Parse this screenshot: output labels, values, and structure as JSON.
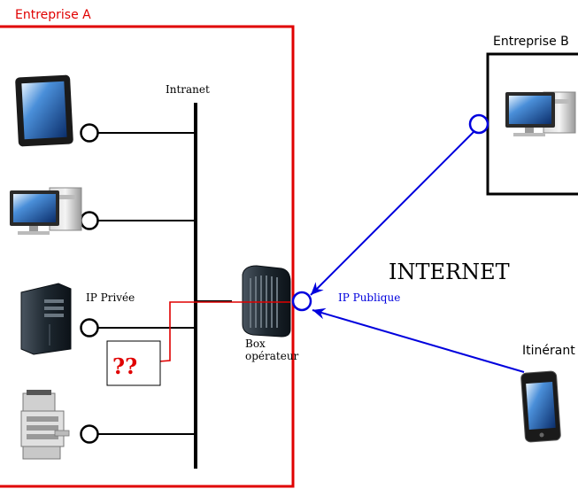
{
  "labels": {
    "enterprise_a": "Entreprise A",
    "enterprise_b": "Entreprise B",
    "intranet": "Intranet",
    "ip_privee": "IP Privée",
    "box_line1": "Box",
    "box_line2": "opérateur",
    "ip_publique": "IP Publique",
    "internet": "INTERNET",
    "itinerant": "Itinérant",
    "question": "??"
  },
  "colors": {
    "enterprise_a_border": "#e00000",
    "enterprise_a_title": "#e00000",
    "public_links": "#0000dd",
    "private_link": "#e00000",
    "question_text": "#e00000"
  },
  "icons": {
    "tablet": "tablet-icon",
    "desktop": "desktop-computer-icon",
    "server": "server-tower-icon",
    "printer": "multifunction-printer-icon",
    "router": "operator-box-icon",
    "phone": "smartphone-icon"
  }
}
